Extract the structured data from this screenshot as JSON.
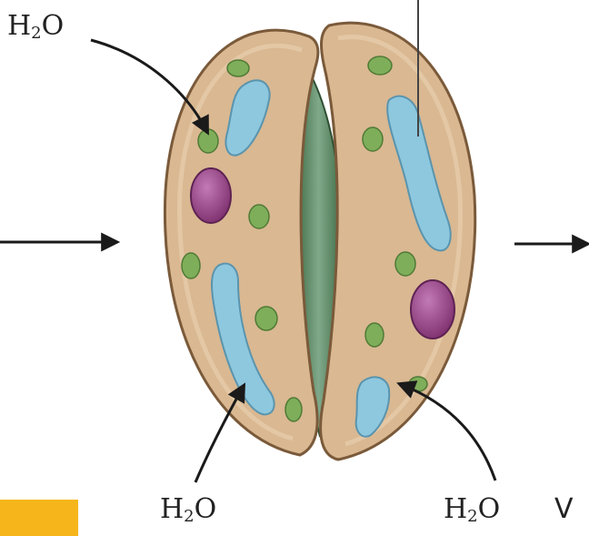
{
  "labels": {
    "water_top_left": {
      "main": "H",
      "sub": "2",
      "tail": "O"
    },
    "water_bottom_left": {
      "main": "H",
      "sub": "2",
      "tail": "O"
    },
    "water_bottom_right": {
      "main": "H",
      "sub": "2",
      "tail": "O"
    },
    "edge_cut": "V"
  },
  "colors": {
    "cell_fill": "#d9b892",
    "cell_outline": "#8a6a4a",
    "vacuole": "#8ec8df",
    "chloroplast": "#7fae5a",
    "nucleus": "#9a4a8a",
    "pore": "#4e7a4e",
    "arrow": "#1a1a1a",
    "orange_bar": "#f6b61b"
  }
}
